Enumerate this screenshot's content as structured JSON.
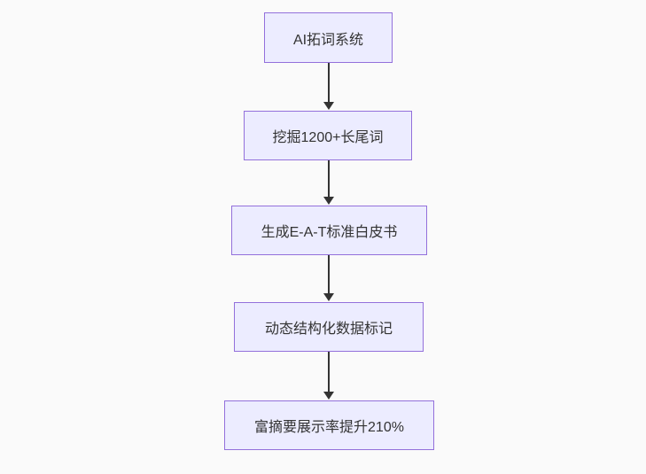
{
  "flowchart": {
    "type": "vertical-flow",
    "nodes": [
      {
        "id": "node-1",
        "label": "AI拓词系统"
      },
      {
        "id": "node-2",
        "label": "挖掘1200+长尾词"
      },
      {
        "id": "node-3",
        "label": "生成E-A-T标准白皮书"
      },
      {
        "id": "node-4",
        "label": "动态结构化数据标记"
      },
      {
        "id": "node-5",
        "label": "富摘要展示率提升210%"
      }
    ],
    "edges": [
      {
        "from": "node-1",
        "to": "node-2"
      },
      {
        "from": "node-2",
        "to": "node-3"
      },
      {
        "from": "node-3",
        "to": "node-4"
      },
      {
        "from": "node-4",
        "to": "node-5"
      }
    ],
    "colors": {
      "bg": "#fafafa",
      "node_fill": "#ececff",
      "node_border": "#9370db",
      "text": "#333333",
      "arrow": "#333333"
    }
  }
}
